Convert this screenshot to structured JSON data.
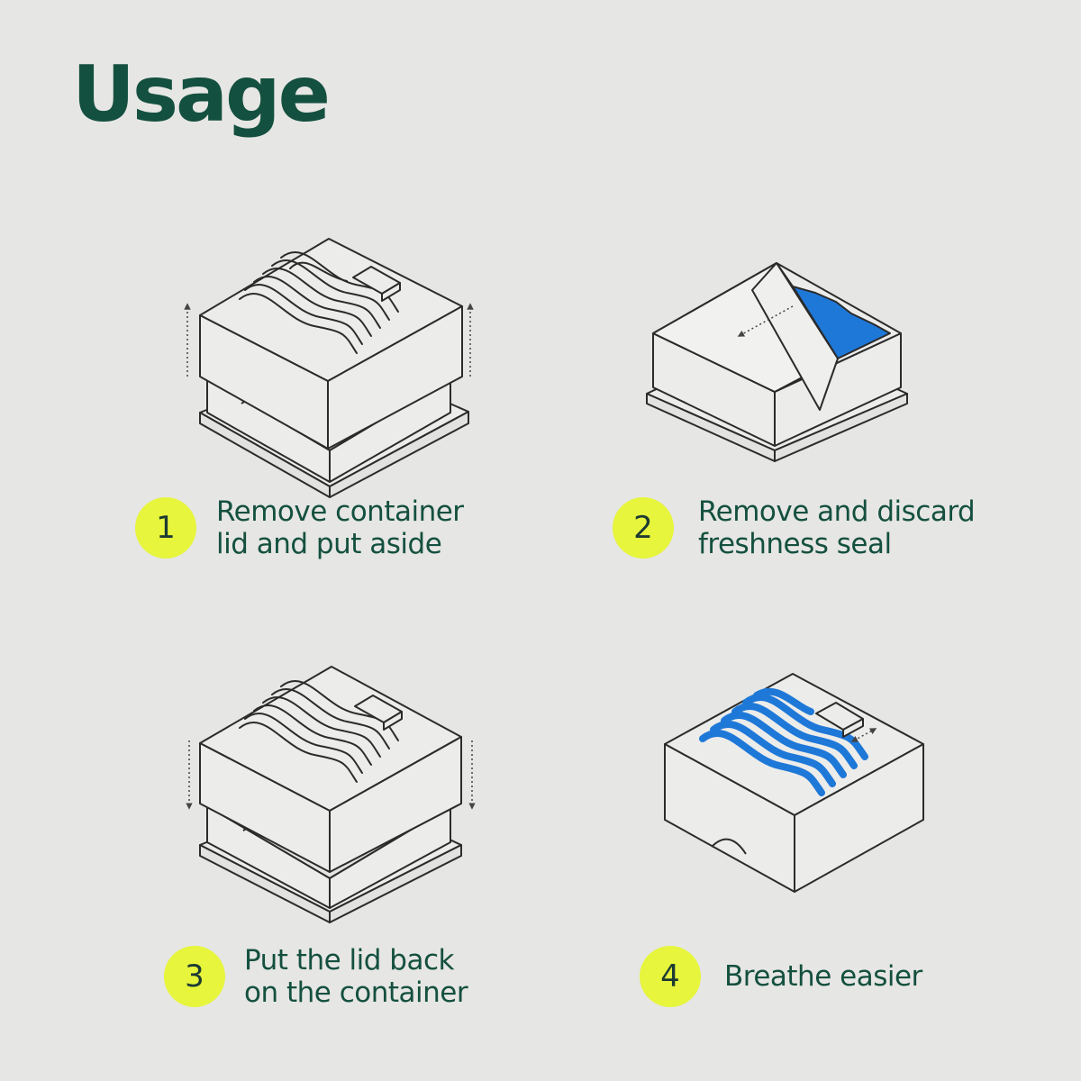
{
  "page": {
    "title": "Usage"
  },
  "colors": {
    "background": "#e6e6e4",
    "title": "#14503f",
    "badge": "#e7f53c",
    "accent_blue": "#1e78d8"
  },
  "steps": [
    {
      "number": "1",
      "line1": "Remove container",
      "line2": "lid and put aside",
      "illustration": "container-lid-lifted"
    },
    {
      "number": "2",
      "line1": "Remove and discard",
      "line2": "freshness seal",
      "illustration": "freshness-seal-peel"
    },
    {
      "number": "3",
      "line1": "Put the lid back",
      "line2": "on the container",
      "illustration": "container-lid-lowered"
    },
    {
      "number": "4",
      "line1": "Breathe easier",
      "line2": "",
      "illustration": "container-active"
    }
  ]
}
